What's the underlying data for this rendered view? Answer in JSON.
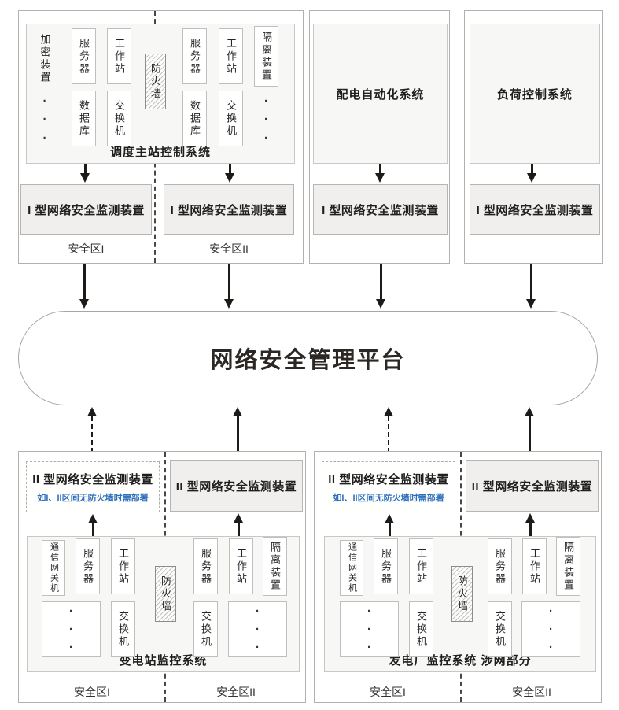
{
  "platform": {
    "label": "网络安全管理平台"
  },
  "monitors": {
    "type1": "I 型网络安全监测装置",
    "type2": "II 型网络安全监测装置",
    "type2_note": "如I、II区间无防火墙时需部署"
  },
  "zones": {
    "zone1": "安全区I",
    "zone2": "安全区II"
  },
  "devices": {
    "encryptor": "加密装置",
    "server": "服务器",
    "workstation": "工作站",
    "database": "数据库",
    "switch": "交换机",
    "isolator": "隔离装置",
    "gateway": "通信网关机",
    "firewall": "防火墙",
    "ellipsis": "·\n·\n·"
  },
  "systems": {
    "dispatch": "调度主站控制系统",
    "distribution": "配电自动化系统",
    "load": "负荷控制系统",
    "substation": "变电站监控系统",
    "plant": "发电厂监控系统 涉网部分"
  },
  "colors": {
    "arrow-dark": "#1d1a18",
    "note-blue": "#2e6fbd",
    "panel-fill": "#f7f7f5",
    "monitor-fill": "#f0efed"
  }
}
